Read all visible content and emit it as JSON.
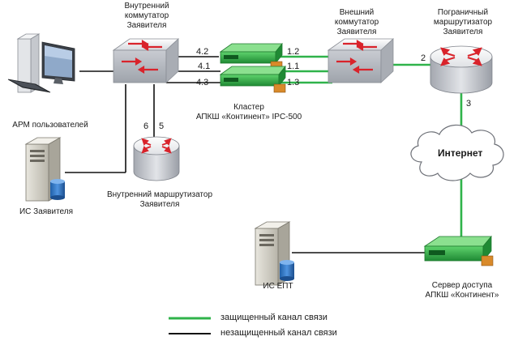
{
  "colors": {
    "secure": "#2fb34a",
    "insecure": "#111111"
  },
  "nodes": {
    "arm": "АРМ пользователей",
    "is_applicant": "ИС Заявителя",
    "int_switch": [
      "Внутренний",
      "коммутатор",
      "Заявителя"
    ],
    "int_router": [
      "Внутренний маршрутизатор",
      "Заявителя"
    ],
    "cluster": [
      "Кластер",
      "АПКШ «Континент» IPC-500"
    ],
    "ext_switch": [
      "Внешний",
      "коммутатор",
      "Заявителя"
    ],
    "border_router": [
      "Пограничный",
      "маршрутизатор",
      "Заявителя"
    ],
    "internet": "Интернет",
    "is_ept": "ИС ЕПТ",
    "access_server": [
      "Сервер доступа",
      "АПКШ «Континент»"
    ]
  },
  "ports": {
    "p42": "4.2",
    "p41": "4.1",
    "p43": "4.3",
    "p12": "1.2",
    "p11": "1.1",
    "p13": "1.3",
    "p2": "2",
    "p3": "3",
    "p6": "6",
    "p5": "5"
  },
  "legend": {
    "secure": "защищенный канал связи",
    "insecure": "незащищенный канал связи"
  }
}
